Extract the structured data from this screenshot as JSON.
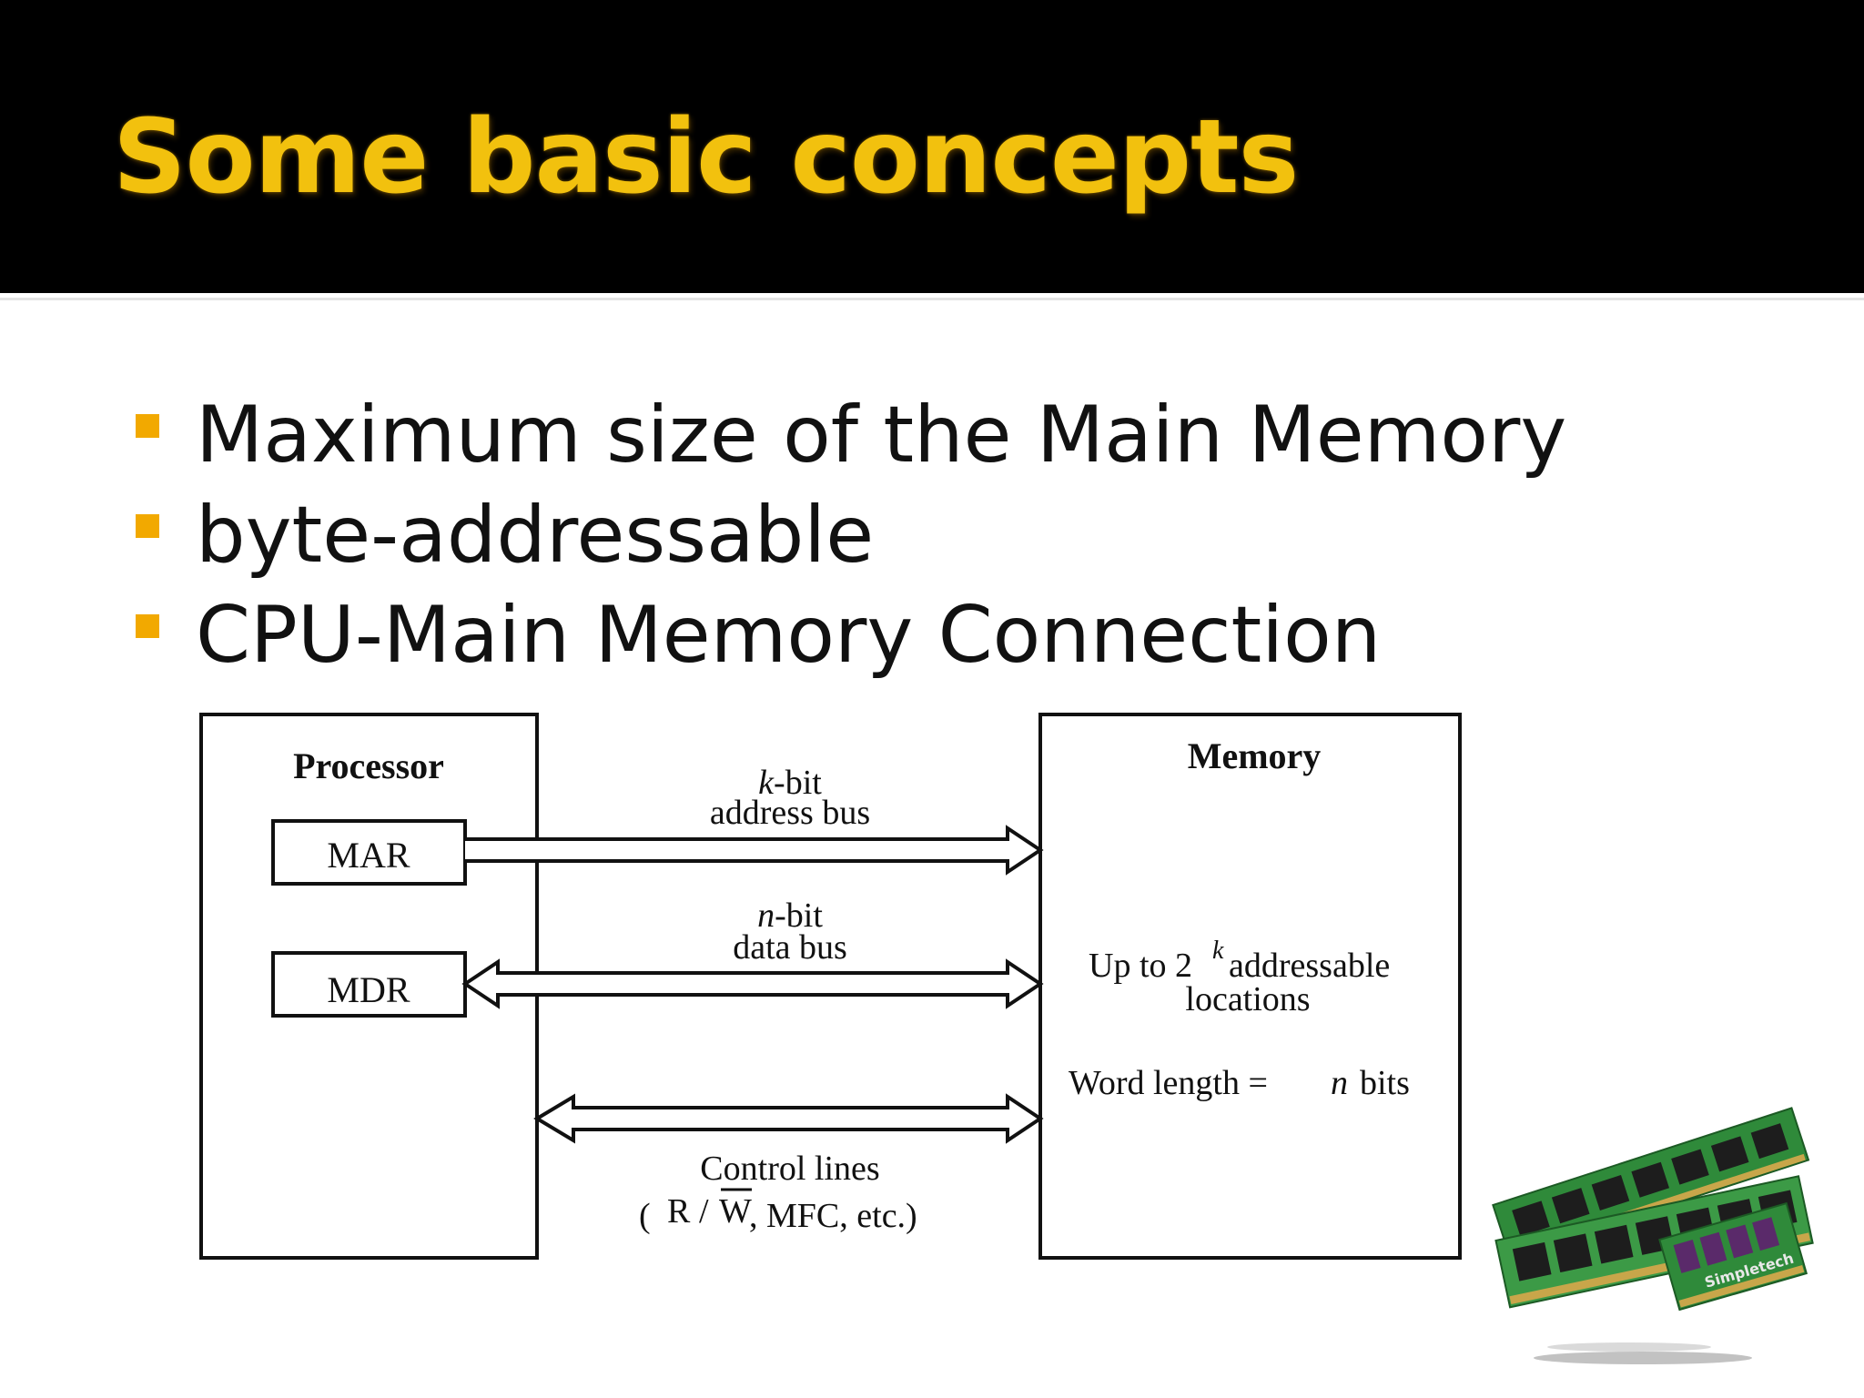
{
  "slide": {
    "title": "Some basic concepts",
    "bullets": [
      "Maximum size of the Main Memory",
      "byte-addressable",
      "CPU-Main Memory Connection"
    ]
  },
  "diagram": {
    "processor": {
      "label": "Processor",
      "mar": "MAR",
      "mdr": "MDR"
    },
    "memory": {
      "label": "Memory",
      "capacity_prefix": "Up to 2",
      "capacity_exp": "k",
      "capacity_suffix": "addressable",
      "capacity_line2": "locations",
      "word_prefix": "Word length =",
      "word_var": "n",
      "word_suffix": "bits"
    },
    "address_bus": {
      "var": "k",
      "suffix": "-bit",
      "label": "address bus"
    },
    "data_bus": {
      "var": "n",
      "suffix": "-bit",
      "label": "data bus"
    },
    "control": {
      "label": "Control lines",
      "open": "(",
      "r": "R",
      "slash": "/",
      "w": "W",
      "rest": ", MFC, etc.)"
    }
  },
  "image": {
    "brand_text": "Simpletech"
  },
  "colors": {
    "header_bg": "#000000",
    "title": "#f2c10e",
    "bullet_marker": "#f2a900",
    "ram_pcb": "#2f8a3a",
    "ram_chip": "#1d1d1d"
  }
}
